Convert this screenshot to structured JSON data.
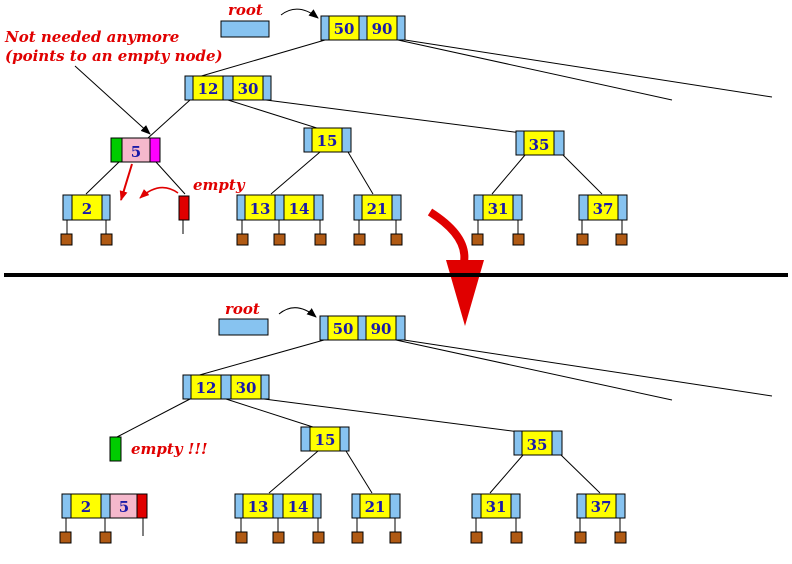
{
  "colors": {
    "pointer": "#87c3f0",
    "key": "#ffff00",
    "leaf": "#b05a14",
    "green": "#00cc00",
    "magenta": "#ff00ff",
    "pink": "#f5b8cc",
    "red": "#e00000",
    "line": "#000000",
    "key_text": "#1a1aa8"
  },
  "labels": {
    "root": "root",
    "empty": "empty",
    "empty_bang": "empty !!!",
    "annotation_line1": "Not needed anymore",
    "annotation_line2": "(points to an empty node)"
  },
  "before": {
    "root": [
      "50",
      "90"
    ],
    "level1": [
      "12",
      "30"
    ],
    "underflow_node": [
      "5"
    ],
    "inner": [
      [
        "15"
      ],
      [
        "35"
      ]
    ],
    "leaves": [
      [
        "2"
      ],
      [
        "13",
        "14"
      ],
      [
        "21"
      ],
      [
        "31"
      ],
      [
        "37"
      ]
    ]
  },
  "after": {
    "root": [
      "50",
      "90"
    ],
    "level1": [
      "12",
      "30"
    ],
    "inner": [
      [
        "15"
      ],
      [
        "35"
      ]
    ],
    "merged_leaf": [
      "2",
      "5"
    ],
    "leaves": [
      [
        "13",
        "14"
      ],
      [
        "21"
      ],
      [
        "31"
      ],
      [
        "37"
      ]
    ]
  }
}
